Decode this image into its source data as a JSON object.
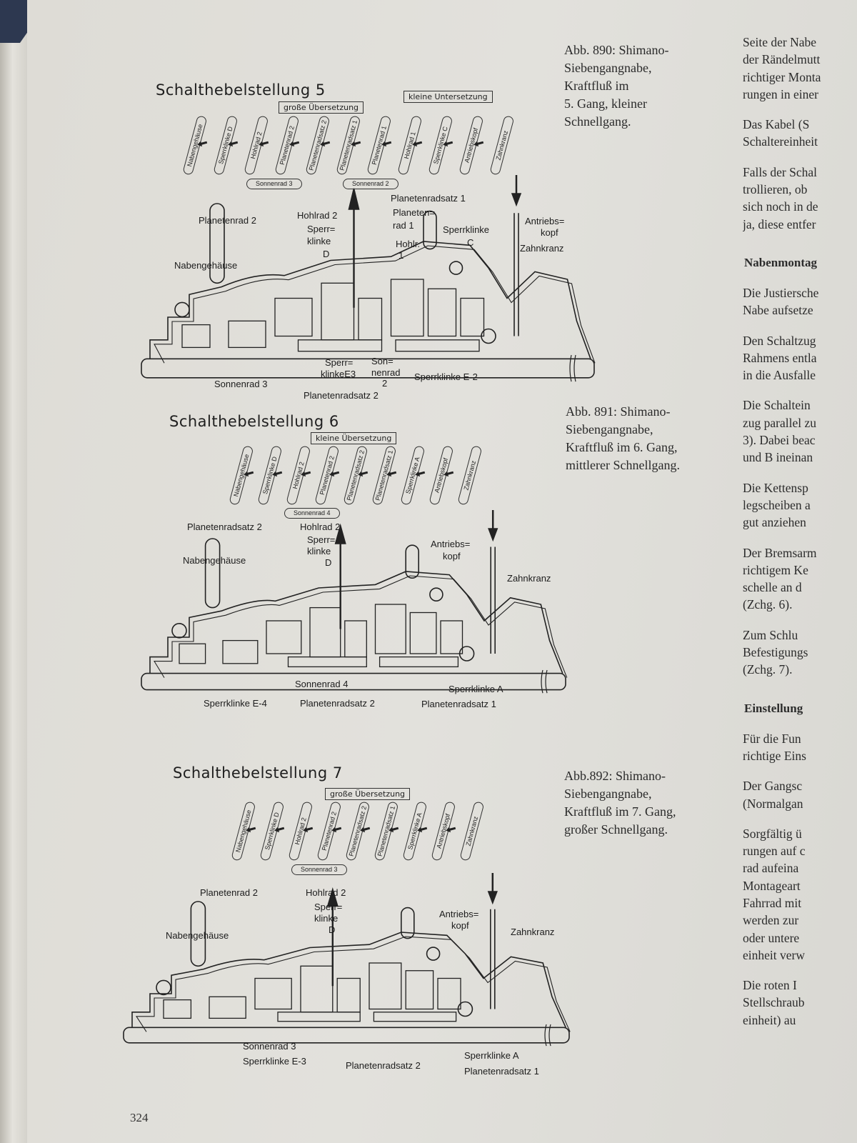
{
  "page_number": "324",
  "figures": [
    {
      "title": "Schalthebelstellung 5",
      "callouts": [
        "große Übersetzung",
        "kleine Untersetzung"
      ],
      "pills": [
        "Nabengehäuse",
        "Sperrklinke D",
        "Hohlrad 2",
        "Planetenrad 2",
        "Planetenradsatz 2",
        "Planetenradsatz 1",
        "Planetenrad 1",
        "Hohlrad 1",
        "Sperrklinke C",
        "Antriebskopf",
        "Zahnkranz"
      ],
      "sun_pills": [
        "Sonnenrad 3",
        "Sonnenrad 2"
      ],
      "labels": [
        "Planetenrad 2",
        "Hohlrad 2",
        "Sperr=",
        "klinke",
        "D",
        "Planetenradsatz 1",
        "Planeten=",
        "rad 1",
        "Hohlr.",
        "1",
        "Sperrklinke",
        "C",
        "Antriebs=",
        "kopf",
        "Zahnkranz",
        "Nabengehäuse",
        "Sperr=",
        "klinkeE3",
        "Son=",
        "nenrad",
        "2",
        "Sperrklinke E-2",
        "Sonnenrad 3",
        "Planetenradsatz 2"
      ],
      "caption": "Abb. 890: Shimano-\nSiebengangnabe,\nKraftfluß im\n5. Gang, kleiner\nSchnellgang."
    },
    {
      "title": "Schalthebelstellung 6",
      "callouts": [
        "kleine Übersetzung"
      ],
      "pills": [
        "Nabengehäuse",
        "Sperrklinke D",
        "Hohlrad 2",
        "Planetenrad 2",
        "Planetenradsatz 2",
        "Planetenradsatz 1",
        "Sperrklinke A",
        "Antriebskopf",
        "Zahnkranz"
      ],
      "sun_pills": [
        "Sonnenrad 4"
      ],
      "labels": [
        "Planetenradsatz 2",
        "Hohlrad 2",
        "Sperr=",
        "klinke",
        "D",
        "Antriebs=",
        "kopf",
        "Zahnkranz",
        "Nabengehäuse",
        "Sonnenrad 4",
        "Sperrklinke A",
        "Sperrklinke E-4",
        "Planetenradsatz 2",
        "Planetenradsatz 1"
      ],
      "caption": "Abb. 891: Shimano-\nSiebengangnabe,\nKraftfluß im 6. Gang,\nmittlerer Schnellgang."
    },
    {
      "title": "Schalthebelstellung 7",
      "callouts": [
        "große Übersetzung"
      ],
      "pills": [
        "Nabengehäuse",
        "Sperrklinke D",
        "Hohlrad 2",
        "Planetenrad 2",
        "Planetenradsatz 2",
        "Planetenradsatz 1",
        "Sperrklinke A",
        "Antriebskopf",
        "Zahnkranz"
      ],
      "sun_pills": [
        "Sonnenrad 3"
      ],
      "labels": [
        "Planetenrad 2",
        "Hohlrad 2",
        "Sperr=",
        "klinke",
        "D",
        "Antriebs=",
        "kopf",
        "Zahnkranz",
        "Nabengehäuse",
        "Sonnenrad 3",
        "Sperrklinke E-3",
        "Planetenradsatz 2",
        "Sperrklinke A",
        "Planetenradsatz 1"
      ],
      "caption": "Abb.892: Shimano-\nSiebengangnabe,\nKraftfluß im 7. Gang,\ngroßer Schnellgang."
    }
  ],
  "right_column": [
    {
      "type": "p",
      "lines": [
        "Seite der Nabe",
        "der Rändelmutt",
        "richtiger Monta",
        "rungen in einer"
      ]
    },
    {
      "type": "p",
      "lines": [
        "Das Kabel (S",
        "Schaltereinheit"
      ]
    },
    {
      "type": "p",
      "lines": [
        "Falls der Schal",
        "trollieren, ob",
        "sich noch in de",
        "ja, diese entfer"
      ]
    },
    {
      "type": "h",
      "lines": [
        "Nabenmontag"
      ]
    },
    {
      "type": "p",
      "lines": [
        "Die Justiersche",
        "Nabe aufsetze"
      ]
    },
    {
      "type": "p",
      "lines": [
        "Den Schaltzug",
        "Rahmens entla",
        "in die Ausfalle"
      ]
    },
    {
      "type": "p",
      "lines": [
        "Die Schaltein",
        "zug parallel zu",
        "3). Dabei beac",
        "und B ineinan"
      ]
    },
    {
      "type": "p",
      "lines": [
        "Die Kettensp",
        "legscheiben a",
        "gut anziehen"
      ]
    },
    {
      "type": "p",
      "lines": [
        "Der Bremsarm",
        "richtigem Ke",
        "schelle an d",
        "(Zchg. 6)."
      ]
    },
    {
      "type": "p",
      "lines": [
        "Zum Schlu",
        "Befestigungs",
        "(Zchg. 7)."
      ]
    },
    {
      "type": "h",
      "lines": [
        "Einstellung"
      ]
    },
    {
      "type": "p",
      "lines": [
        "Für die Fun",
        "richtige Eins"
      ]
    },
    {
      "type": "p",
      "lines": [
        "Der Gangsc",
        "(Normalgan"
      ]
    },
    {
      "type": "p",
      "lines": [
        "Sorgfältig ü",
        "rungen auf c",
        "rad aufeina",
        "Montageart",
        "Fahrrad mit",
        "werden zur",
        "oder untere",
        "einheit verw"
      ]
    },
    {
      "type": "p",
      "lines": [
        "Die roten I",
        "Stellschraub",
        "einheit) au"
      ]
    }
  ]
}
